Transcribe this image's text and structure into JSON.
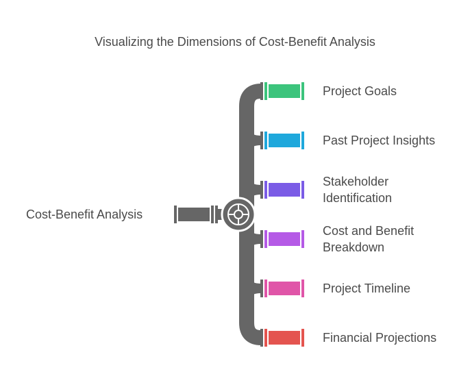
{
  "title": "Visualizing the Dimensions of Cost-Benefit Analysis",
  "source": {
    "label": "Cost-Benefit Analysis"
  },
  "pipe_color": "#666666",
  "branches": [
    {
      "label": "Project Goals",
      "color": "#3cc47c"
    },
    {
      "label": "Past Project Insights",
      "color": "#1fa8dc"
    },
    {
      "label": "Stakeholder\nIdentification",
      "color": "#7b5ce6"
    },
    {
      "label": "Cost and Benefit\nBreakdown",
      "color": "#b55ae6"
    },
    {
      "label": "Project Timeline",
      "color": "#e055a8"
    },
    {
      "label": "Financial Projections",
      "color": "#e4544f"
    }
  ]
}
